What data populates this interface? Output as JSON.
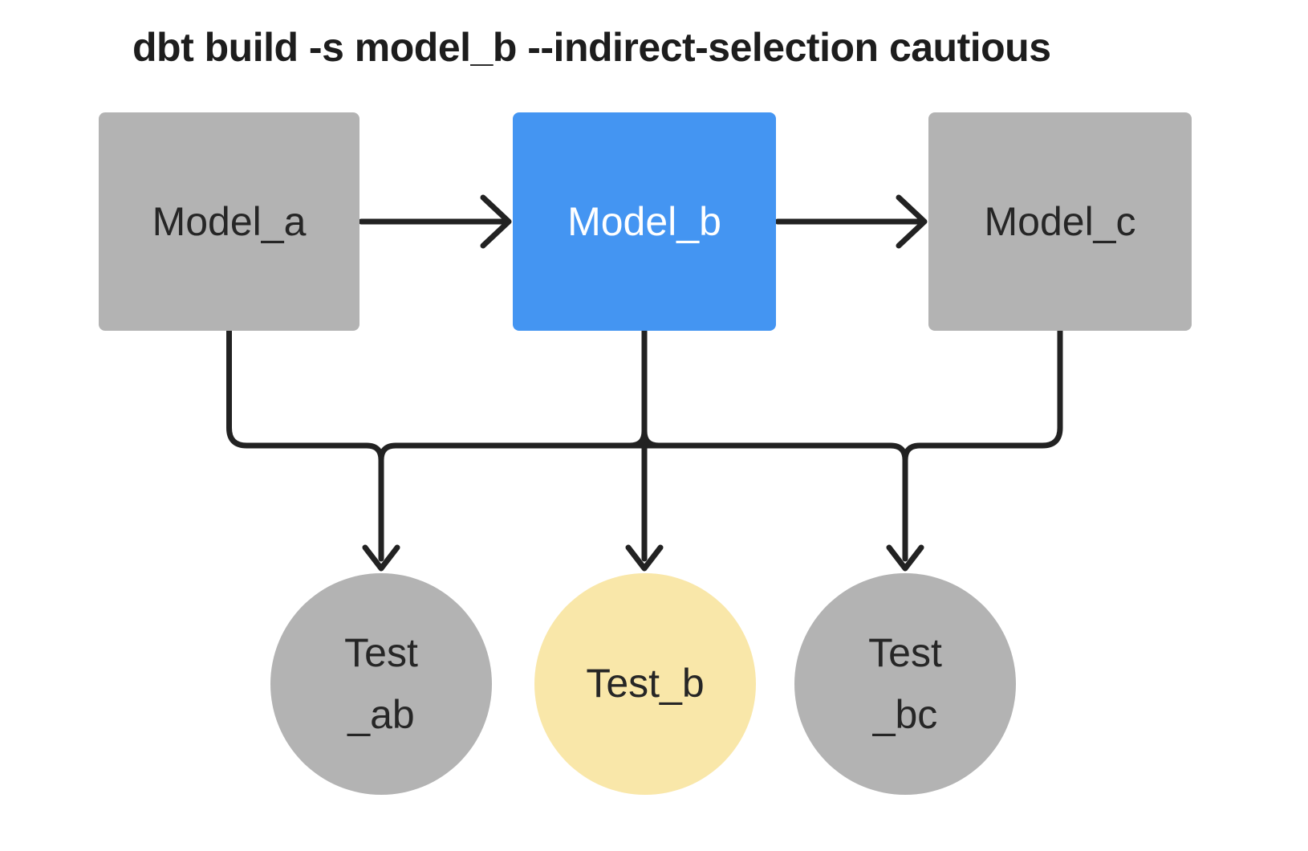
{
  "title": "dbt build -s model_b --indirect-selection cautious",
  "colors": {
    "background": "#ffffff",
    "unselected_node": "#b3b3b3",
    "selected_model": "#4495f2",
    "selected_test": "#f9e7a9",
    "edge_line": "#222222",
    "text_dark": "#262626",
    "text_on_selected_model": "#ffffff"
  },
  "models": [
    {
      "id": "model_a",
      "label": "Model_a",
      "state": "unselected"
    },
    {
      "id": "model_b",
      "label": "Model_b",
      "state": "selected"
    },
    {
      "id": "model_c",
      "label": "Model_c",
      "state": "unselected"
    }
  ],
  "tests": [
    {
      "id": "test_ab",
      "label_lines": [
        "Test",
        "_ab"
      ],
      "state": "unselected"
    },
    {
      "id": "test_b",
      "label_lines": [
        "Test_b"
      ],
      "state": "selected"
    },
    {
      "id": "test_bc",
      "label_lines": [
        "Test",
        "_bc"
      ],
      "state": "unselected"
    }
  ],
  "edges": [
    {
      "from": "model_a",
      "to": "model_b"
    },
    {
      "from": "model_b",
      "to": "model_c"
    },
    {
      "from": "model_a",
      "to": "test_ab"
    },
    {
      "from": "model_b",
      "to": "test_ab"
    },
    {
      "from": "model_b",
      "to": "test_b"
    },
    {
      "from": "model_b",
      "to": "test_bc"
    },
    {
      "from": "model_c",
      "to": "test_bc"
    }
  ]
}
